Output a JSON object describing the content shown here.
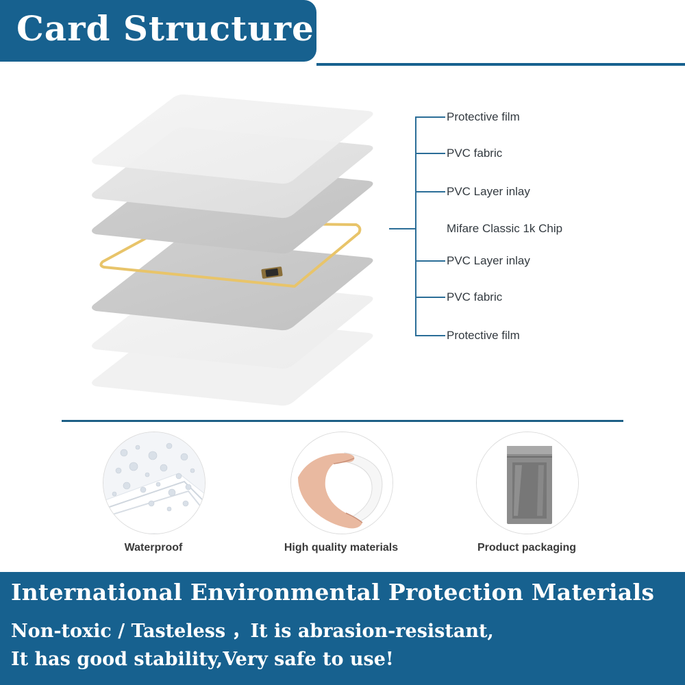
{
  "header": {
    "title": "Card Structure"
  },
  "structure": {
    "layers": [
      "Protective film",
      "PVC fabric",
      "PVC Layer inlay",
      "Mifare Classic 1k Chip",
      "PVC Layer inlay",
      "PVC fabric",
      "Protective film"
    ]
  },
  "features": [
    {
      "label": "Waterproof",
      "icon": "water-drops-card-icon"
    },
    {
      "label": "High quality materials",
      "icon": "hand-bending-card-icon"
    },
    {
      "label": "Product packaging",
      "icon": "foil-bag-icon"
    }
  ],
  "banner": {
    "heading": "International Environmental Protection Materials",
    "line1": "Non-toxic / Tasteless ，It is abrasion-resistant,",
    "line2": "It has good stability,Very safe to use!"
  },
  "colors": {
    "brand_blue": "#17618f",
    "antenna_gold": "#e8c46a",
    "chip": "#2b2b2b"
  }
}
